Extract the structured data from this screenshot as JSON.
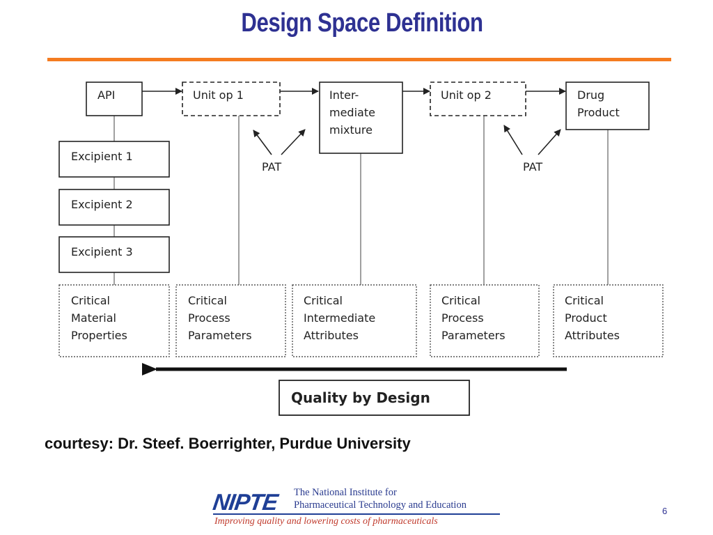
{
  "slide": {
    "title": "Design Space Definition",
    "courtesy": "courtesy: Dr. Steef. Boerrighter, Purdue University",
    "page_number": "6"
  },
  "diagram": {
    "api": "API",
    "unit_op_1": "Unit op 1",
    "intermediate": [
      "Inter-",
      "mediate",
      "mixture"
    ],
    "unit_op_2": "Unit op 2",
    "drug_product": [
      "Drug",
      "Product"
    ],
    "excipients": [
      "Excipient 1",
      "Excipient 2",
      "Excipient 3"
    ],
    "pat_label": "PAT",
    "attributes": [
      [
        "Critical",
        "Material",
        "Properties"
      ],
      [
        "Critical",
        "Process",
        "Parameters"
      ],
      [
        "Critical",
        "Intermediate",
        "Attributes"
      ],
      [
        "Critical",
        "Process",
        "Parameters"
      ],
      [
        "Critical",
        "Product",
        "Attributes"
      ]
    ],
    "quality_by_design": "Quality by Design"
  },
  "footer": {
    "logo_text": "NIPTE",
    "org_name_line1": "The National Institute for",
    "org_name_line2": "Pharmaceutical Technology and Education",
    "tagline": "Improving quality and lowering costs of pharmaceuticals"
  },
  "colors": {
    "title": "#2e3192",
    "rule": "#f47c20",
    "logo": "#1f3f96",
    "tagline": "#c0392b"
  }
}
